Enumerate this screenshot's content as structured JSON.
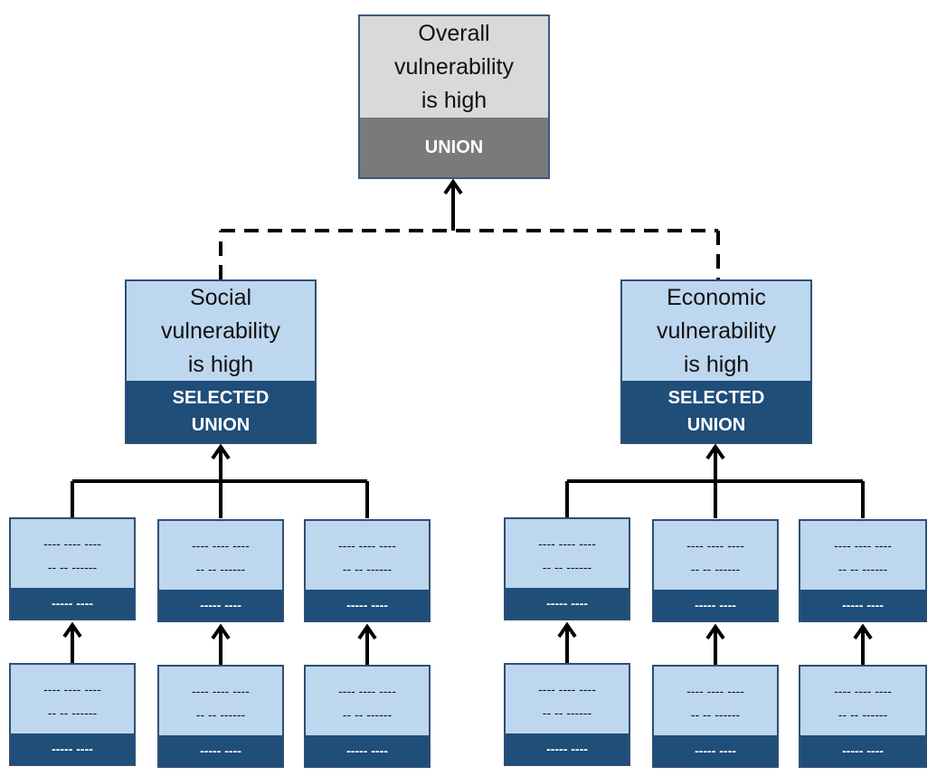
{
  "root": {
    "lines": [
      "Overall",
      "vulnerability",
      "is high"
    ],
    "operator": "UNION"
  },
  "groups": [
    {
      "lines": [
        "Social",
        "vulnerability",
        "is high"
      ],
      "operator_lines": [
        "SELECTED",
        "UNION"
      ]
    },
    {
      "lines": [
        "Economic",
        "vulnerability",
        "is high"
      ],
      "operator_lines": [
        "SELECTED",
        "UNION"
      ]
    }
  ],
  "placeholder": {
    "line1": "---- ---- ----",
    "line2": "-- -- ------",
    "operator": "----- ----"
  },
  "colors": {
    "root_top": "#d9d9d9",
    "root_bottom": "#7a7a7a",
    "node_light": "#bdd7ee",
    "node_dark": "#1f4e79",
    "border": "#2f4f74",
    "connector": "#000000"
  }
}
